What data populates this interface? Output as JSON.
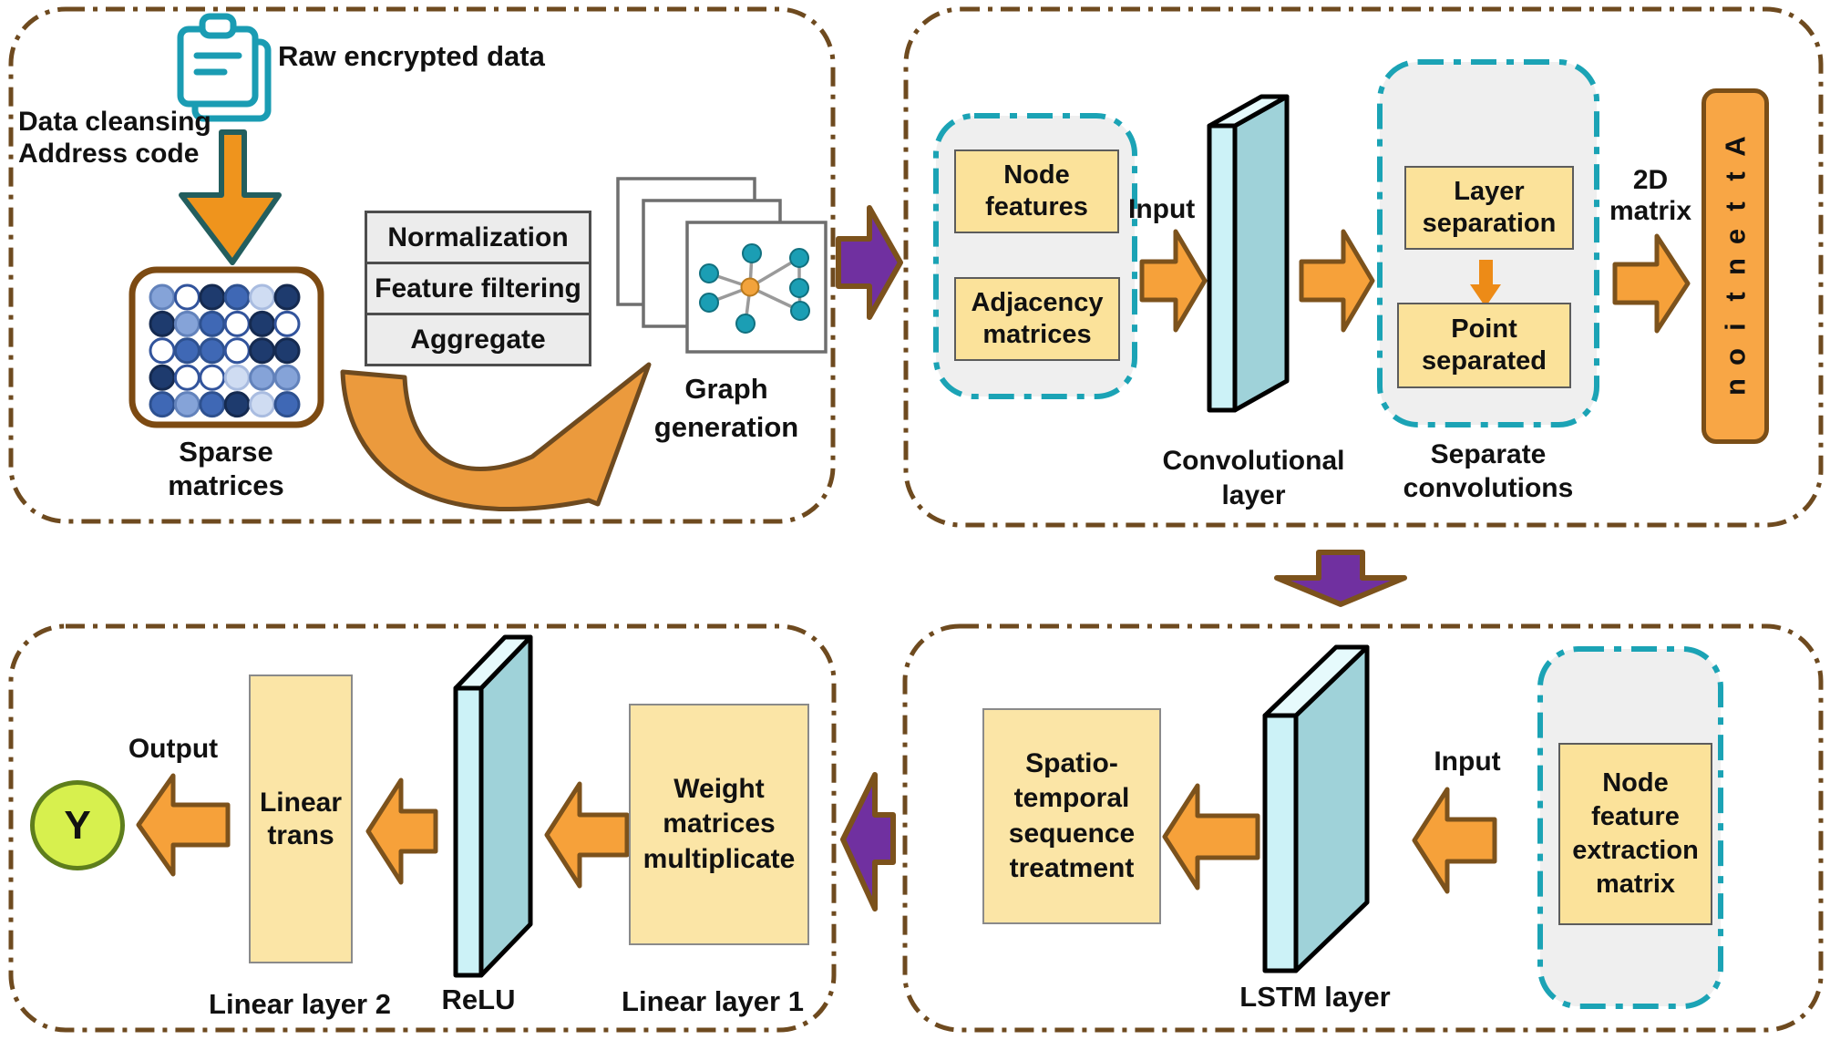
{
  "colors": {
    "panel_border": "#6e4a1f",
    "teal_accent": "#1ba3b5",
    "orange_arrow": "#f6a13a",
    "orange_arrow_outline": "#7c521c",
    "purple_arrow": "#7030a0",
    "yellow_box": "#fbe29a",
    "gray_box": "#efefef",
    "slab_front": "#ccf2f7",
    "slab_side": "#9fd2d9",
    "attention_fill": "#f8a645",
    "output_circle_fill": "#d7f04e"
  },
  "top_left": {
    "raw_data_label": "Raw encrypted data",
    "cleansing_label": "Data cleansing\nAddress code",
    "process_steps": [
      "Normalization",
      "Feature filtering",
      "Aggregate"
    ],
    "sparse_label": "Sparse matrices",
    "graph_label": "Graph\ngeneration",
    "sparse_palette": {
      "d": "#1e3b6e",
      "m": "#3f68b5",
      "l": "#85a3d8",
      "xl": "#cfdcf2",
      "w": "#ffffff"
    },
    "sparse_rings": {
      "d": "#152a50",
      "m": "#2e5190",
      "l": "#6282bb",
      "xl": "#a9bce0",
      "w": "#32549c"
    },
    "sparse_grid": [
      [
        "l",
        "w",
        "d",
        "m",
        "xl",
        "d"
      ],
      [
        "d",
        "l",
        "m",
        "w",
        "d",
        "w"
      ],
      [
        "w",
        "m",
        "m",
        "w",
        "d",
        "d"
      ],
      [
        "d",
        "w",
        "w",
        "xl",
        "l",
        "l"
      ],
      [
        "m",
        "l",
        "m",
        "d",
        "xl",
        "m"
      ]
    ]
  },
  "top_right": {
    "node_features": "Node\nfeatures",
    "adjacency": "Adjacency\nmatrices",
    "input_label": "Input",
    "conv_label": "Convolutional\nlayer",
    "layer_sep": "Layer\nseparation",
    "point_sep": "Point\nseparated",
    "separate_label": "Separate\nconvolutions",
    "matrix_label": "2D\nmatrix",
    "attention_label": "Attention"
  },
  "bottom_right": {
    "spatio": "Spatio-\ntemporal\nsequence\ntreatment",
    "lstm_label": "LSTM layer",
    "input_label": "Input",
    "node_matrix": "Node\nfeature\nextraction\nmatrix"
  },
  "bottom_left": {
    "output_label": "Output",
    "y_label": "Y",
    "linear_trans": "Linear\ntrans",
    "linear2_label": "Linear layer 2",
    "relu_label": "ReLU",
    "weight": "Weight\nmatrices\nmultiplicate",
    "linear1_label": "Linear layer 1"
  }
}
